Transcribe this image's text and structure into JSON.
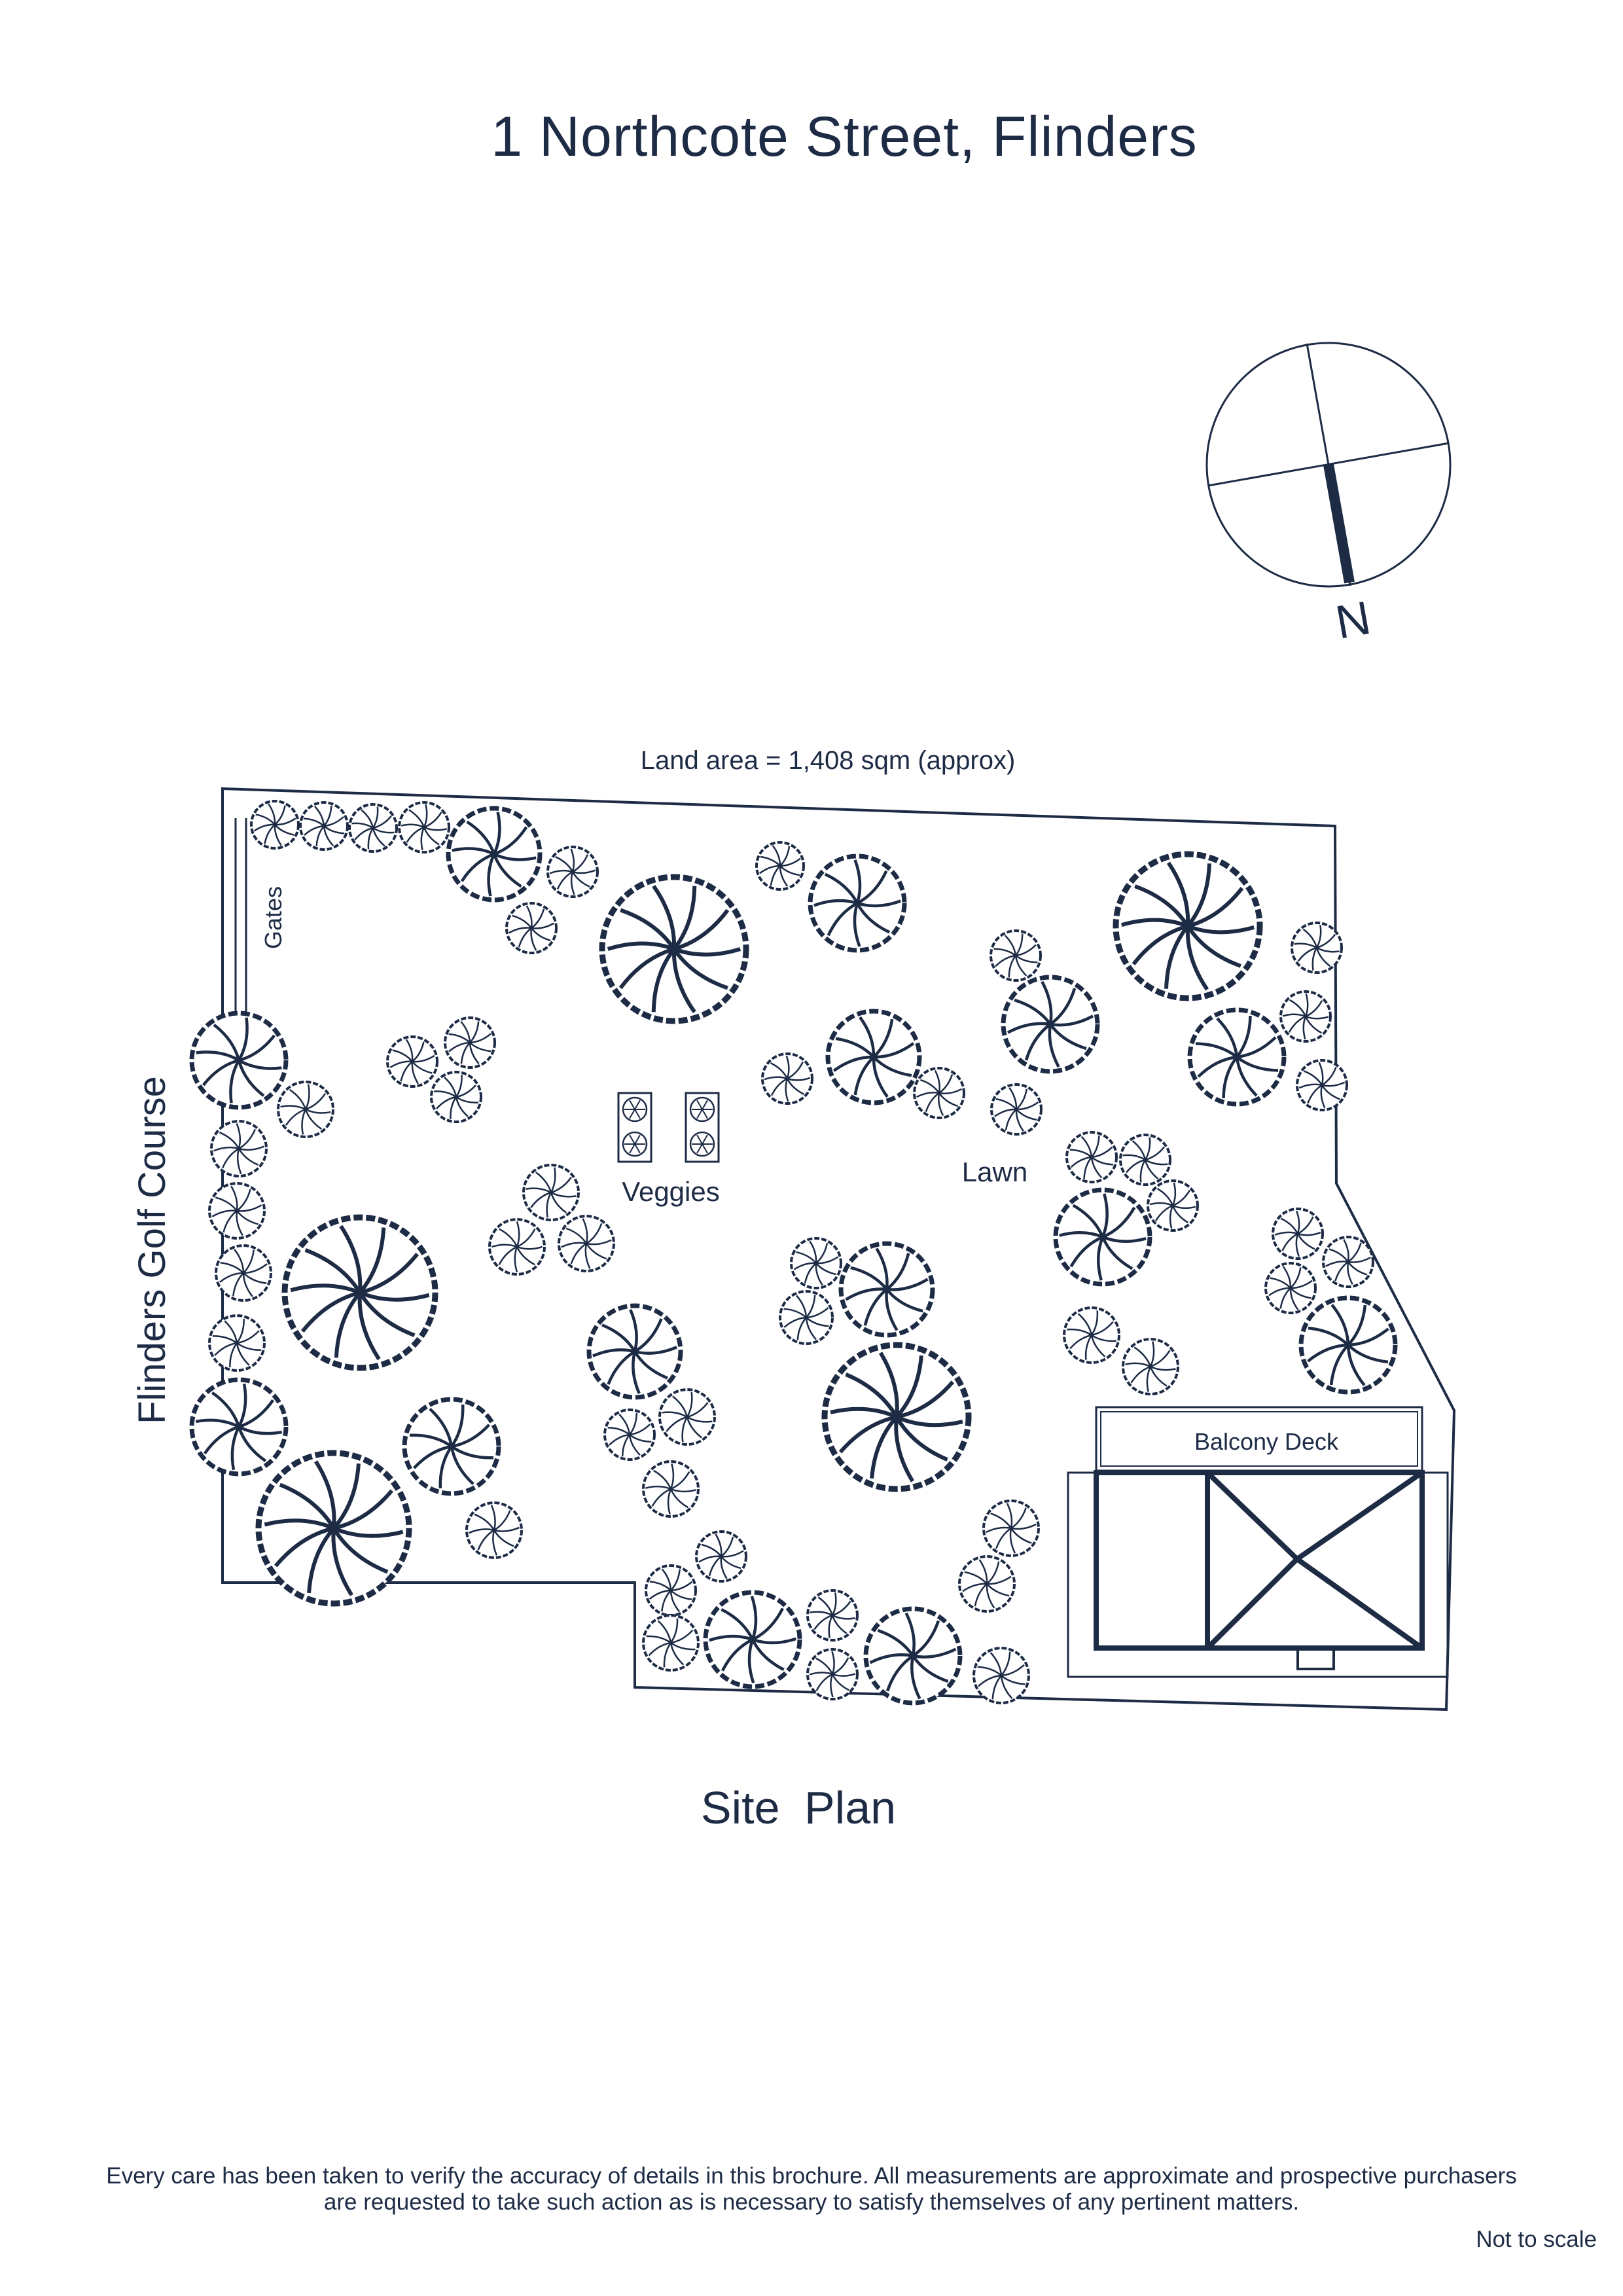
{
  "page": {
    "title": "1 Northcote Street, Flinders",
    "subtitle": "Site  Plan",
    "disclaimer_line1": "Every care has been taken to verify the accuracy of details in this brochure.  All measurements are approximate and prospective purchasers",
    "disclaimer_line2": "are requested to take such action as is necessary to satisfy themselves of any pertinent matters.",
    "not_to_scale": "Not to scale"
  },
  "plan": {
    "land_area": "Land area = 1,408 sqm (approx)",
    "boundary_label": "Flinders Golf Course",
    "labels": {
      "gates": "Gates",
      "veggies": "Veggies",
      "lawn": "Lawn",
      "balcony": "Balcony Deck"
    },
    "compass": {
      "letter": "N"
    },
    "colors": {
      "ink": "#1d2b45",
      "background": "#ffffff"
    }
  }
}
